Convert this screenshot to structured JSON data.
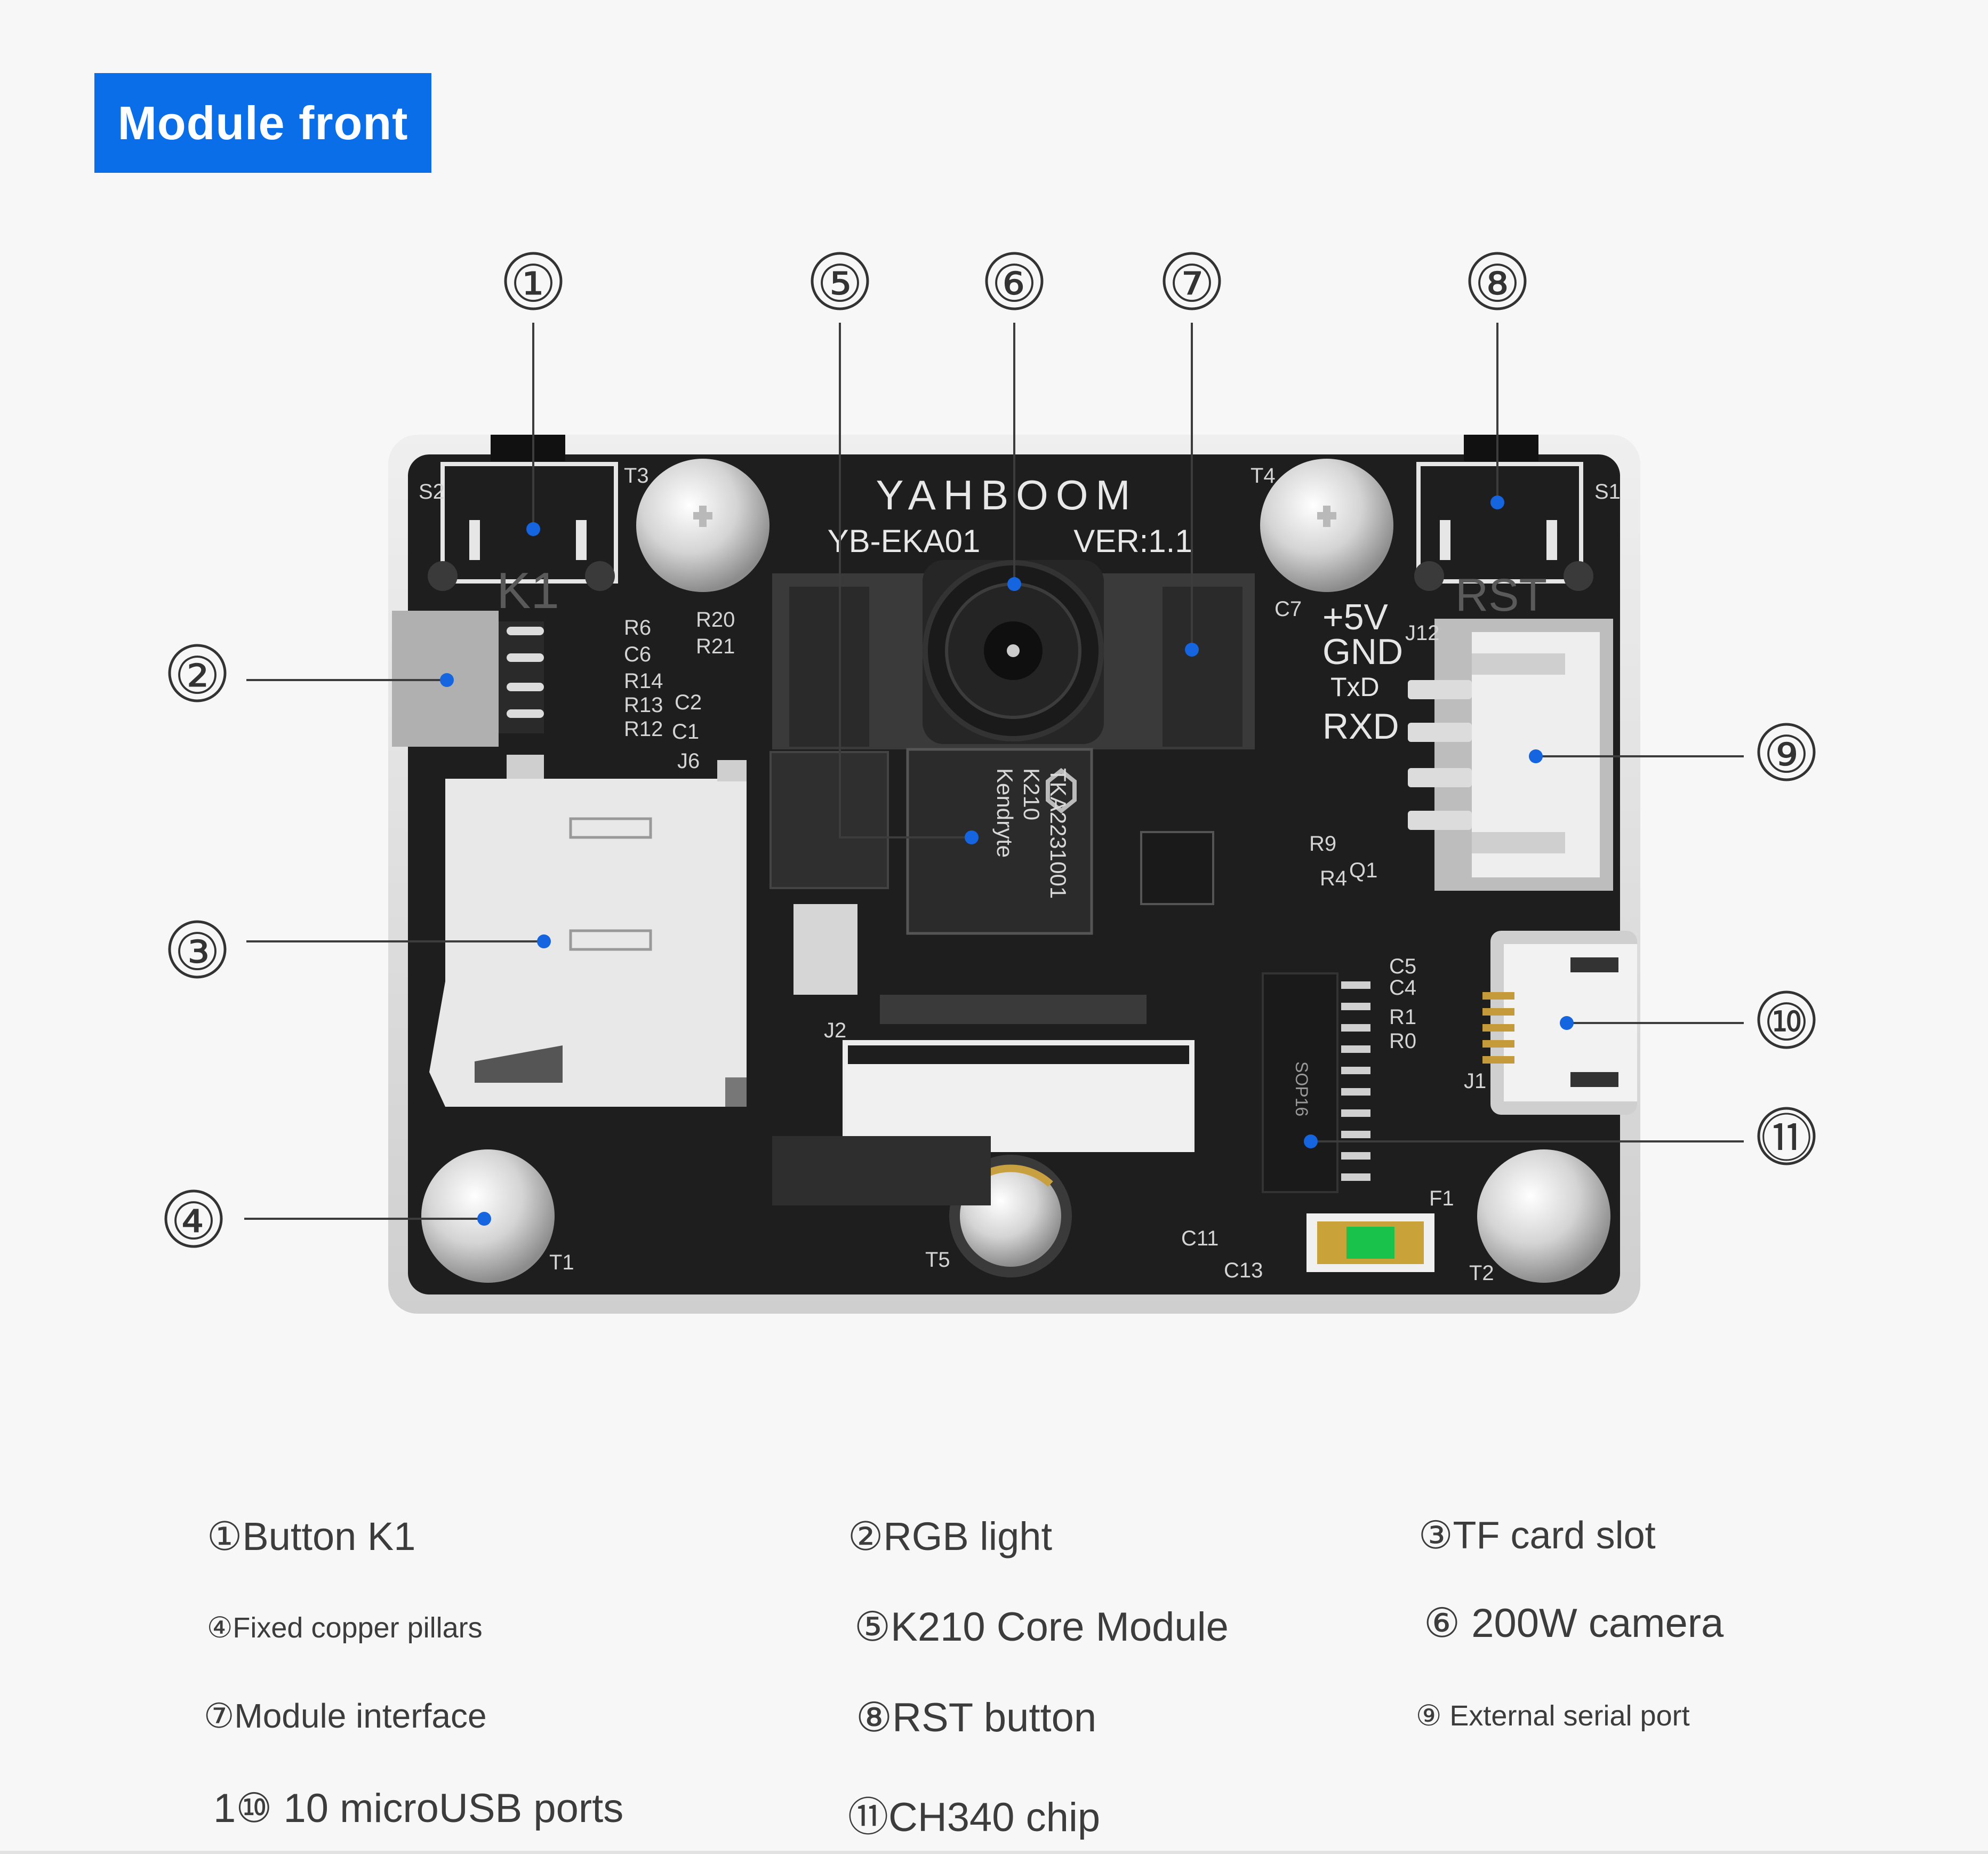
{
  "title": "Module front",
  "board": {
    "brand": "YAHBOOM",
    "model": "YB-EKA01",
    "version": "VER:1.1",
    "k1_label": "K1",
    "rst_label": "RST",
    "pin_labels": [
      "+5V",
      "GND",
      "TxD",
      "RXD"
    ],
    "chip_lines": [
      "Kendryte",
      "K210",
      "TKA2231001"
    ],
    "sop_label": "SOP16",
    "silkscreen": [
      "S2",
      "T3",
      "T4",
      "S1",
      "J6",
      "J2",
      "J12",
      "J1",
      "T1",
      "T2",
      "T5",
      "F1",
      "C11",
      "C13",
      "R6",
      "C6",
      "R14",
      "R13",
      "R12",
      "R20",
      "R21",
      "C2",
      "C1",
      "C7",
      "C5",
      "C4",
      "R1",
      "R0",
      "R4",
      "Q1",
      "R9"
    ]
  },
  "callouts": [
    "①",
    "②",
    "③",
    "④",
    "⑤",
    "⑥",
    "⑦",
    "⑧",
    "⑨",
    "⑩",
    "⑪"
  ],
  "captions": {
    "c1": "①Button K1",
    "c2": "②RGB light",
    "c3": "③TF card slot",
    "c4": "④Fixed copper pillars",
    "c5": "⑤K210 Core Module",
    "c6": "⑥ 200W camera",
    "c7": "⑦Module interface",
    "c8": "⑧RST button",
    "c9": "⑨ External serial port",
    "c10": "1⑩ 10 microUSB ports",
    "c11": "⑪CH340 chip"
  },
  "colors": {
    "title_bg": "#0a6ee9",
    "board": "#1e1e1e",
    "frame": "#dcdcdc",
    "marker": "#1565e0",
    "led": "#19c24a"
  }
}
